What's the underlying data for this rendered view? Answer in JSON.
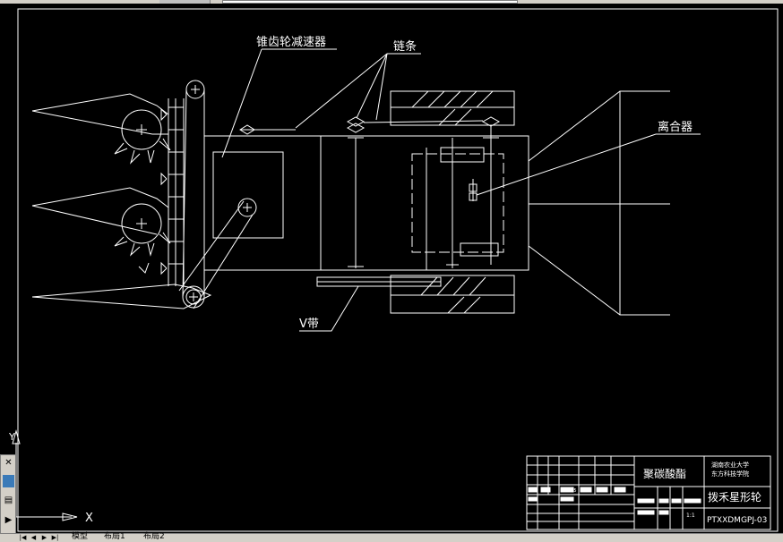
{
  "drawing": {
    "labels": {
      "reducer": "锥齿轮减速器",
      "chain": "链条",
      "clutch": "离合器",
      "vbelt": "V带"
    },
    "title_block": {
      "material": "聚碳酸酯",
      "school_line1": "湖南农业大学",
      "school_line2": "东方科技学院",
      "part_name": "拨禾星形轮",
      "drawing_number": "PTXXDMGPJ-03",
      "scale": "1:1",
      "date": "2012.5"
    },
    "ucs": {
      "x": "X",
      "y": "Y"
    }
  },
  "tabs": [
    "模型",
    "布局1",
    "布局2"
  ],
  "toolbar_icons": [
    "close-icon",
    "layer-icon",
    "print-icon",
    "play-icon"
  ],
  "colors": {
    "background": "#000000",
    "lines": "#ffffff",
    "chrome": "#d4d0c8"
  }
}
